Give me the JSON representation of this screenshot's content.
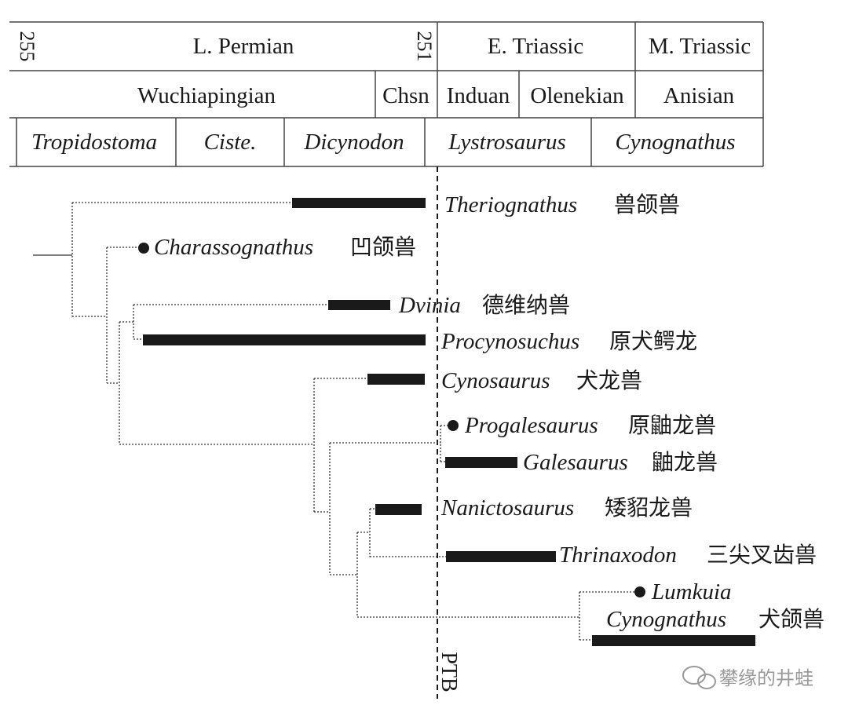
{
  "header": {
    "age_start": "255",
    "age_boundary": "251",
    "epochs": [
      "L. Permian",
      "E. Triassic",
      "M. Triassic"
    ],
    "stages": [
      "Wuchiapingian",
      "Chsn",
      "Induan",
      "Olenekian",
      "Anisian"
    ],
    "zones": [
      "Tropidostoma",
      "Ciste.",
      "Dicynodon",
      "Lystrosaurus",
      "Cynognathus"
    ]
  },
  "boundary_label": "PTB",
  "taxa": [
    {
      "name": "Theriognathus",
      "chinese": "兽颌兽"
    },
    {
      "name": "Charassognathus",
      "chinese": "凹颌兽"
    },
    {
      "name": "Dvinia",
      "chinese": "德维纳兽"
    },
    {
      "name": "Procynosuchus",
      "chinese": "原犬鳄龙"
    },
    {
      "name": "Cynosaurus",
      "chinese": "犬龙兽"
    },
    {
      "name": "Progalesaurus",
      "chinese": "原鼬龙兽"
    },
    {
      "name": "Galesaurus",
      "chinese": "鼬龙兽"
    },
    {
      "name": "Nanictosaurus",
      "chinese": "矮貂龙兽"
    },
    {
      "name": "Thrinaxodon",
      "chinese": "三尖叉齿兽"
    },
    {
      "name": "Lumkuia",
      "chinese": ""
    },
    {
      "name": "Cynognathus",
      "chinese": "犬颌兽"
    }
  ],
  "watermark": "攀缘的井蛙",
  "colors": {
    "ink": "#1a1a1a",
    "grid": "#444444",
    "watermark": "#9a9a9a"
  }
}
